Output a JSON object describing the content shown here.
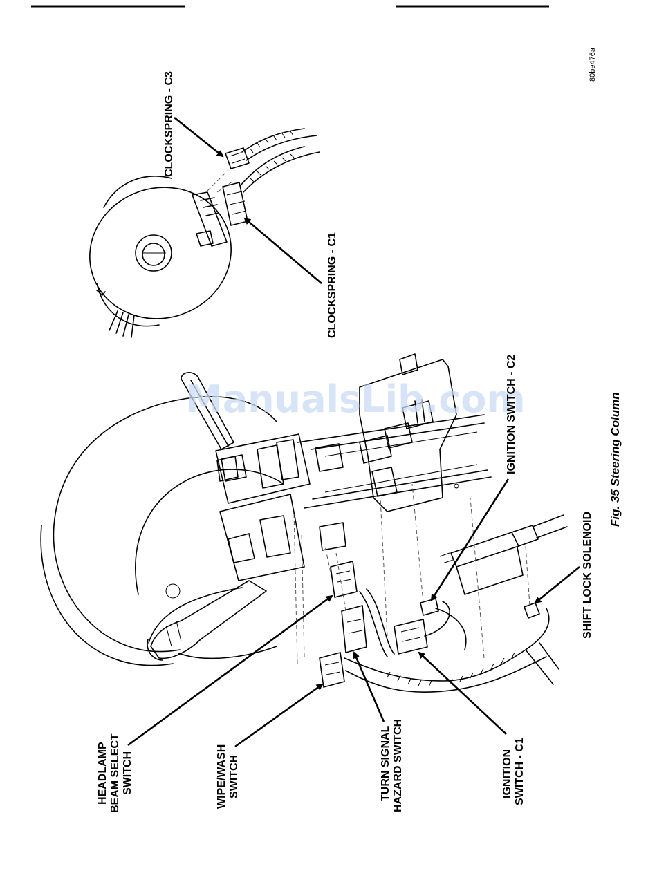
{
  "figure_id": "80be476a",
  "caption": "Fig. 35 Steering Column",
  "watermark": "ManualsLib.com",
  "labels": {
    "clockspring_c3": "CLOCKSPRING - C3",
    "clockspring_c1": "CLOCKSPRING - C1",
    "ignition_switch_c2": "IGNITION SWITCH - C2",
    "shift_lock_solenoid": "SHIFT LOCK SOLENOID",
    "headlamp_line1": "HEADLAMP",
    "headlamp_line2": "BEAM SELECT",
    "headlamp_line3": "SWITCH",
    "wipe_line1": "WIPE/WASH",
    "wipe_line2": "SWITCH",
    "turn_line1": "TURN SIGNAL",
    "turn_line2": "HAZARD SWITCH",
    "ignition_c1_line1": "IGNITION",
    "ignition_c1_line2": "SWITCH - C1"
  }
}
